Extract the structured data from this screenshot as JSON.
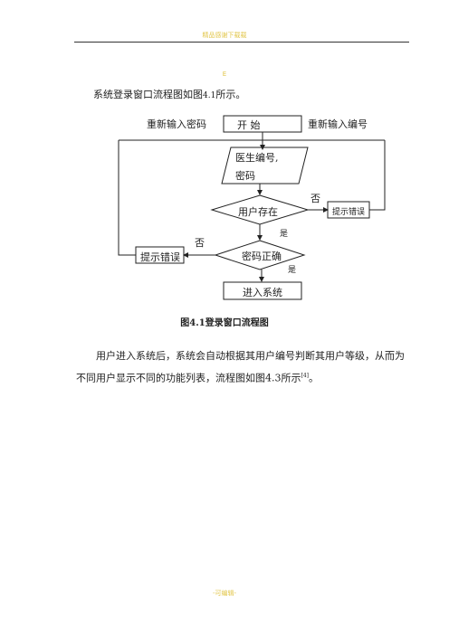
{
  "header": {
    "watermark_text": "精品感谢下载载"
  },
  "mark_text": "E",
  "intro": {
    "text": "系统登录窗口流程图如图",
    "ref": "4.1",
    "tail": "所示。"
  },
  "flowchart": {
    "start": "开 始",
    "reenter_password": "重新输入密码",
    "reenter_id": "重新输入编号",
    "input_line1": "医生编号,",
    "input_line2": "密码",
    "user_exists": "用户存在",
    "password_correct": "密码正确",
    "enter_system": "进入系统",
    "error_left": "提示错误",
    "error_right": "提示错误",
    "no_1": "否",
    "no_2": "否",
    "yes_1": "是",
    "yes_2": "是"
  },
  "caption": "图4.1登录窗口流程图",
  "body": {
    "text": "用户进入系统后，系统会自动根据其用户编号判断其用户等级，从而为不同用户显示不同的功能列表，流程图如图",
    "ref": "4.3",
    "tail": "所示",
    "sup": "[4]",
    "end": "。"
  },
  "footer": {
    "text": "-可编辑-"
  }
}
